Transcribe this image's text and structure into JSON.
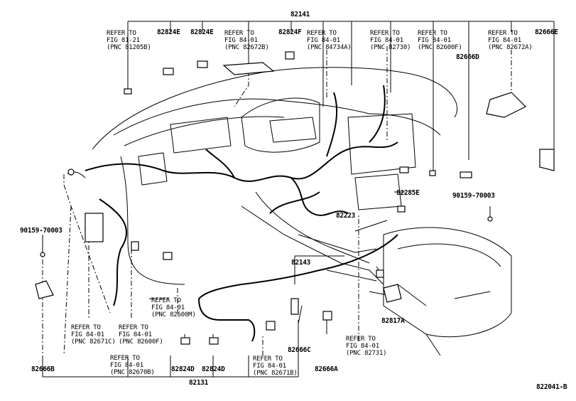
{
  "labels": {
    "p82141": "82141",
    "ref_81_21": "REFER TO\nFIG 81-21\n(PNC 81205B)",
    "p82824E_1": "82824E",
    "p82824E_2": "82824E",
    "ref_82672B": "REFER TO\nFIG 84-01\n(PNC 82672B)",
    "p82824F": "82824F",
    "ref_84734A": "REFER TO\nFIG 84-01\n(PNC 84734A)",
    "ref_82730": "REFER TO\nFIG 84-01\n(PNC 82730)",
    "ref_82600F_top": "REFER TO\nFIG 84-01\n(PNC 82600F)",
    "ref_82672A": "REFER TO\nFIG 84-01\n(PNC 82672A)",
    "p82666E": "82666E",
    "p82666D": "82666D",
    "p82285E": "82285E",
    "p90159_right": "90159-70003",
    "p82223": "82223",
    "p90159_left": "90159-70003",
    "p82143": "82143",
    "ref_82600M": "REFER TO\nFIG 84-01\n(PNC 82600M)",
    "p82817A": "82817A",
    "ref_82671C": "REFER TO\nFIG 84-01\n(PNC 82671C)",
    "ref_82600F_bot": "REFER TO\nFIG 84-01\n(PNC 82600F)",
    "ref_82731": "REFER TO\nFIG 84-01\n(PNC 82731)",
    "p82666C": "82666C",
    "ref_82670B": "REFER TO\nFIG 84-01\n(PNC 82670B)",
    "p82824D_1": "82824D",
    "p82824D_2": "82824D",
    "ref_82671B": "REFER TO\nFIG 84-01\n(PNC 82671B)",
    "p82666A": "82666A",
    "p82666B": "82666B",
    "p82131": "82131",
    "diagram_id": "822041-B"
  }
}
